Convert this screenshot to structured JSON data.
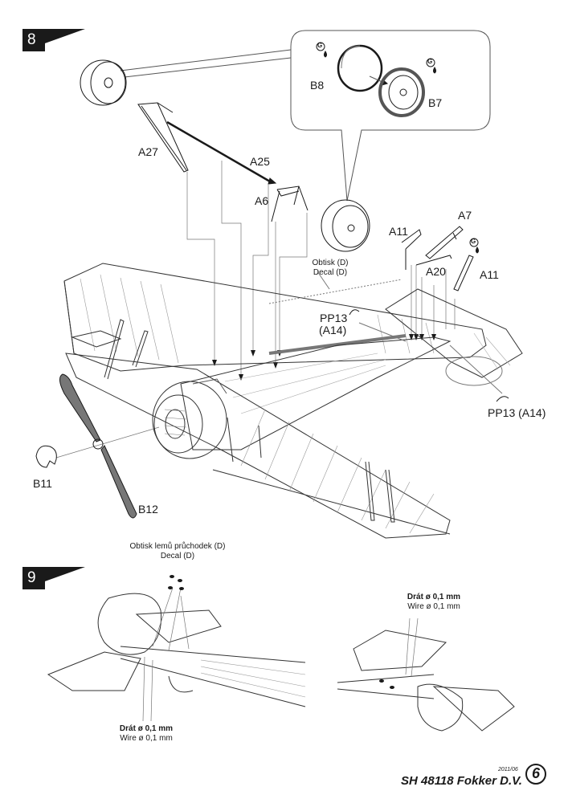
{
  "steps": [
    {
      "number": "8"
    },
    {
      "number": "9"
    }
  ],
  "parts": {
    "b8": "B8",
    "b7": "B7",
    "g_b8": "G",
    "g_b7": "G",
    "g_a7": "G",
    "a27": "A27",
    "a25": "A25",
    "a6": "A6",
    "a11_left": "A11",
    "a7": "A7",
    "a20": "A20",
    "a11_right": "A11",
    "pp13_top": "PP13",
    "pp13_top_alt": "(A14)",
    "pp13_bottom": "PP13 (A14)",
    "b11": "B11",
    "b12": "B12"
  },
  "notes": {
    "decal_wing_cz": "Obtisk (D)",
    "decal_wing_en": "Decal (D)",
    "decal_rings_cz": "Obtisk lemů průchodek (D)",
    "decal_rings_en": "Decal (D)",
    "wire_left_cz": "Drát ø 0,1 mm",
    "wire_left_en": "Wire ø 0,1 mm",
    "wire_right_cz": "Drát ø 0,1 mm",
    "wire_right_en": "Wire ø 0,1 mm"
  },
  "footer": {
    "date": "2011/06",
    "title": "SH 48118  Fokker D.V.",
    "page": "6"
  },
  "colors": {
    "ink": "#1a1a1a",
    "line": "#555555",
    "light": "#9a9a9a"
  }
}
